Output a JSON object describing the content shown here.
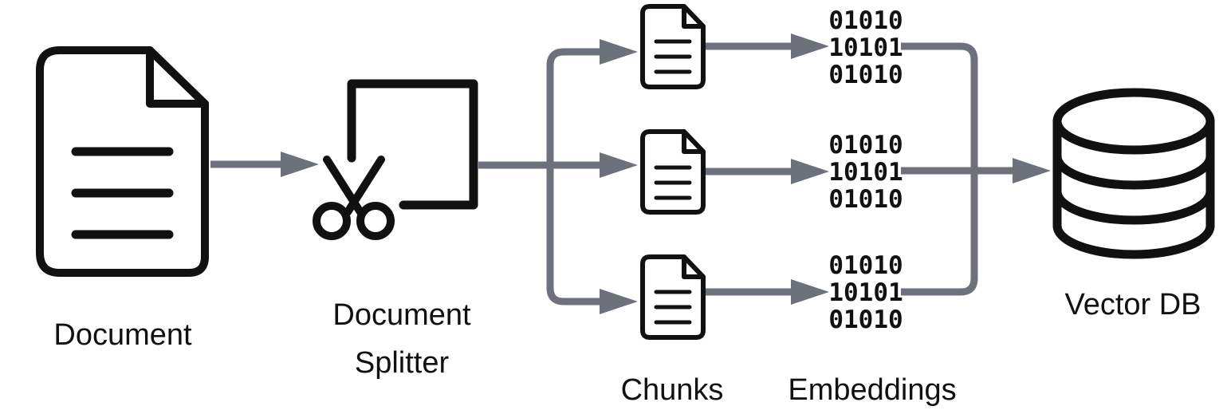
{
  "labels": {
    "document": "Document",
    "splitter_line1": "Document",
    "splitter_line2": "Splitter",
    "chunks": "Chunks",
    "embeddings": "Embeddings",
    "vector_db": "Vector DB"
  },
  "embedding_rows": [
    "01010",
    "10101",
    "01010"
  ],
  "icons": {
    "document": "document-icon",
    "splitter": "scissors-split-icon",
    "chunk": "small-document-icon",
    "embedding": "binary-icon",
    "vector_db": "database-icon"
  },
  "colors": {
    "connector": "#6d717b",
    "ink": "#111111"
  }
}
